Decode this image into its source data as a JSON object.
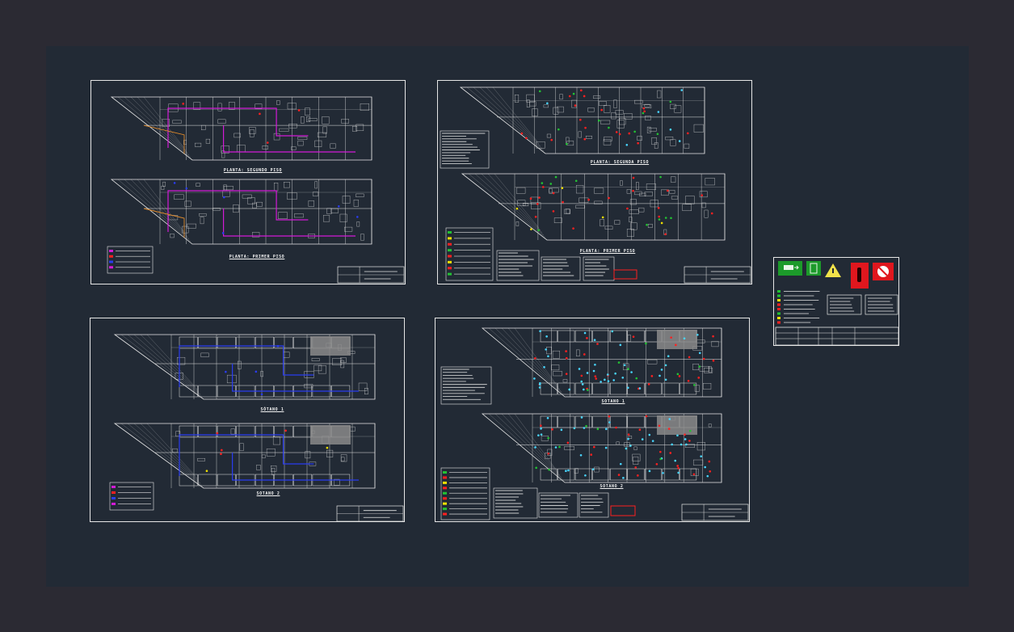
{
  "app": {
    "title": "Fire safety / evacuation plans",
    "background": "#2b2a33",
    "canvas_color": "#222a35",
    "line_color": "#e6e6e6"
  },
  "sheets": [
    {
      "id": "sheet-1",
      "labels": [
        "PLANTA: SEGUNDO PISO",
        "PLANTA: PRIMER PISO"
      ]
    },
    {
      "id": "sheet-2",
      "labels": [
        "PLANTA: SEGUNDA PISO",
        "PLANTA: PRIMER PISO"
      ]
    },
    {
      "id": "sheet-3",
      "labels": [
        "SÓTANO 1",
        "SOTANO 2"
      ]
    },
    {
      "id": "sheet-4",
      "labels": [
        "SOTANO 1",
        "SOTANO 2"
      ]
    }
  ],
  "legend_sheet": {
    "signs": [
      "exit-sign-icon",
      "exit-door-icon",
      "warning-triangle-icon",
      "fire-extinguisher-icon",
      "no-smoking-icon"
    ],
    "colors": {
      "green": "#1c9a2a",
      "yellow": "#f2e24a",
      "red": "#e0171e"
    }
  },
  "colors": {
    "magenta": "#d21ad6",
    "blue": "#2a3cf0",
    "red": "#ff2020",
    "green": "#22c233",
    "cyan": "#49d6ff",
    "orange": "#e08a2a",
    "yellow": "#f0e000",
    "gray": "#8a8a8a"
  }
}
